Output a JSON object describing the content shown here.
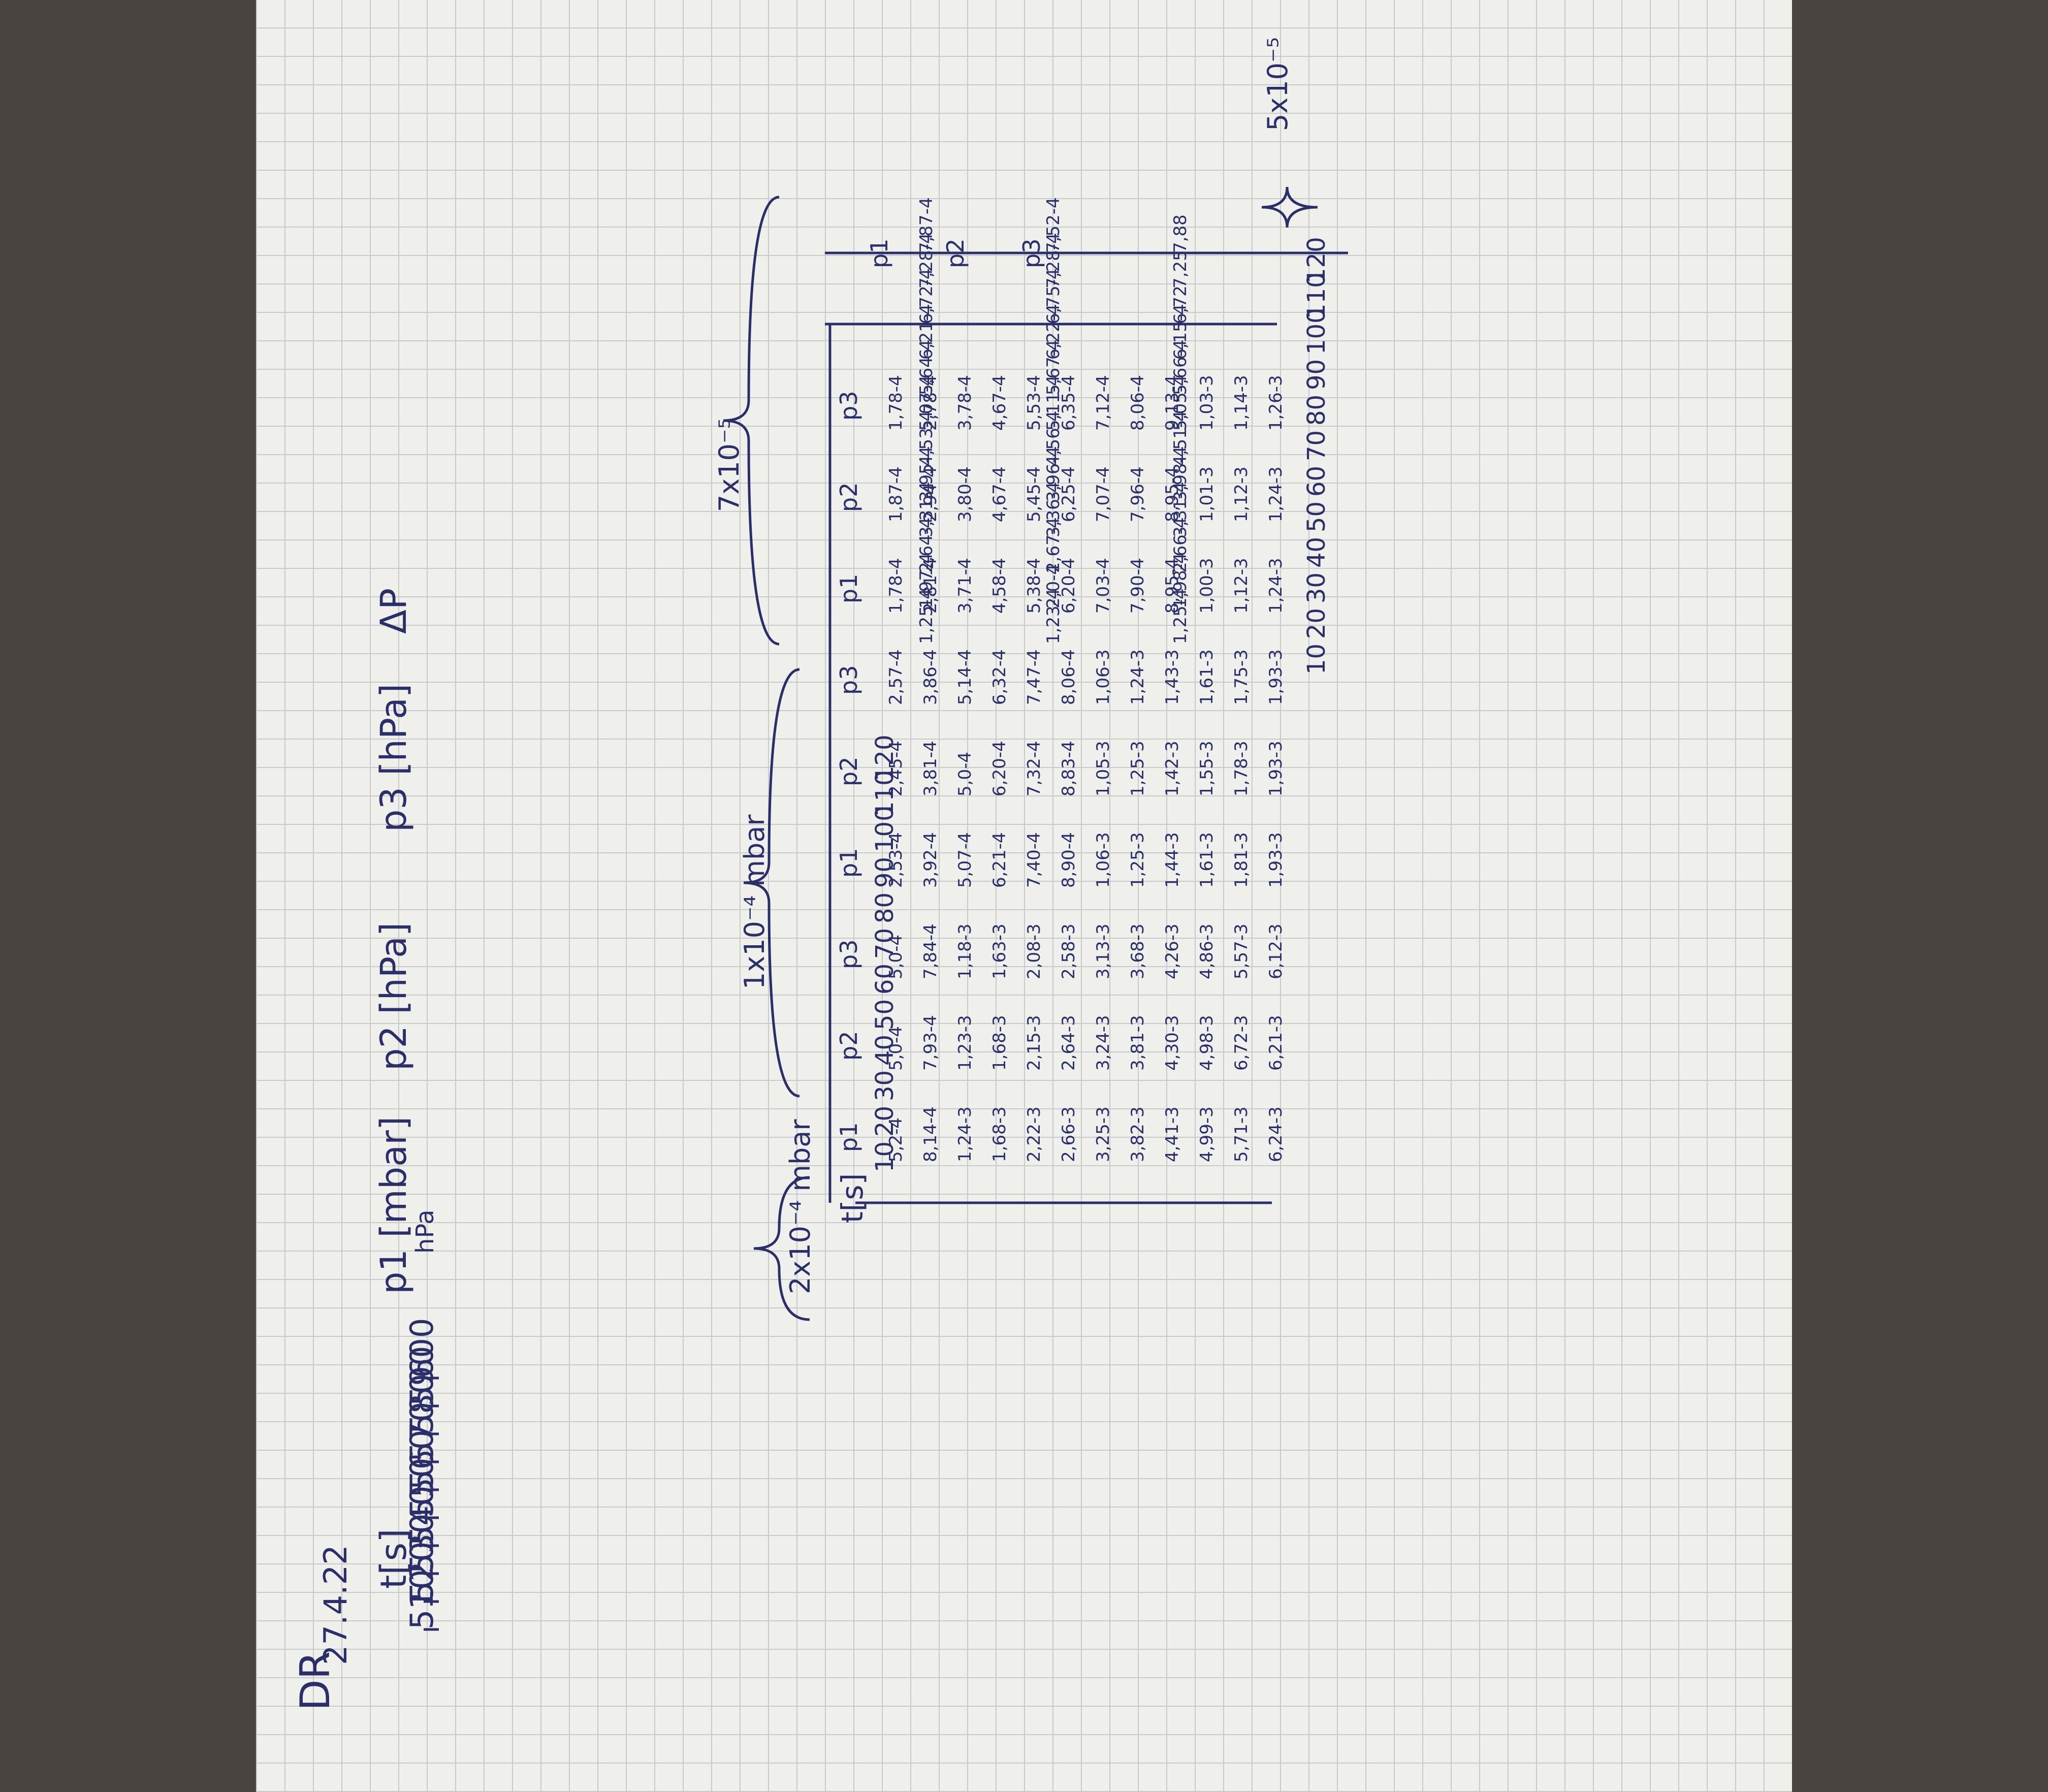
{
  "header": {
    "initials": "DR",
    "date": "27.4.22",
    "t_col": "t[s]",
    "p1_col": "p1 [mbar]",
    "p1_unit": "hPa",
    "p2_col": "p2 [hPa]",
    "p3_col": "p3 [hPa]",
    "delta_col": "ΔP"
  },
  "first_list": {
    "times": [
      "510",
      "520",
      "530",
      "540",
      "550",
      "560",
      "570",
      "580",
      "590",
      "600"
    ]
  },
  "group_labels": {
    "g1": "2x10⁻⁴ mbar",
    "g2": "1x10⁻⁴ mbar",
    "g3": "7x10⁻⁵",
    "g4": "5x10⁻⁵"
  },
  "main_table": {
    "time_header": "t[s]",
    "headers": [
      "p1",
      "p2",
      "p3",
      "p1",
      "p2",
      "p3",
      "p1",
      "p2",
      "p3"
    ],
    "times": [
      "10",
      "20",
      "30",
      "40",
      "50",
      "60",
      "70",
      "80",
      "90",
      "100",
      "110",
      "120"
    ],
    "rows": [
      [
        "5,2-4",
        "5,0-4",
        "5,0-4",
        "2,53-4",
        "2,45-4",
        "2,57-4",
        "1,78-4",
        "1,87-4",
        "1,78-4"
      ],
      [
        "8,14-4",
        "7,93-4",
        "7,84-4",
        "3,92-4",
        "3,81-4",
        "3,86-4",
        "2,81-4",
        "2,94-4",
        "2,78-4"
      ],
      [
        "1,24-3",
        "1,23-3",
        "1,18-3",
        "5,07-4",
        "5,0-4",
        "5,14-4",
        "3,71-4",
        "3,80-4",
        "3,78-4"
      ],
      [
        "1,68-3",
        "1,68-3",
        "1,63-3",
        "6,21-4",
        "6,20-4",
        "6,32-4",
        "4,58-4",
        "4,67-4",
        "4,67-4"
      ],
      [
        "2,22-3",
        "2,15-3",
        "2,08-3",
        "7,40-4",
        "7,32-4",
        "7,47-4",
        "5,38-4",
        "5,45-4",
        "5,53-4"
      ],
      [
        "2,66-3",
        "2,64-3",
        "2,58-3",
        "8,90-4",
        "8,83-4",
        "8,06-4",
        "6,20-4",
        "6,25-4",
        "6,35-4"
      ],
      [
        "3,25-3",
        "3,24-3",
        "3,13-3",
        "1,06-3",
        "1,05-3",
        "1,06-3",
        "7,03-4",
        "7,07-4",
        "7,12-4"
      ],
      [
        "3,82-3",
        "3,81-3",
        "3,68-3",
        "1,25-3",
        "1,25-3",
        "1,24-3",
        "7,90-4",
        "7,96-4",
        "8,06-4"
      ],
      [
        "4,41-3",
        "4,30-3",
        "4,26-3",
        "1,44-3",
        "1,42-3",
        "1,43-3",
        "8,95-4",
        "8,95-4",
        "9,13-4"
      ],
      [
        "4,99-3",
        "4,98-3",
        "4,86-3",
        "1,61-3",
        "1,55-3",
        "1,61-3",
        "1,00-3",
        "1,01-3",
        "1,03-3"
      ],
      [
        "5,71-3",
        "6,72-3",
        "5,57-3",
        "1,81-3",
        "1,78-3",
        "1,75-3",
        "1,12-3",
        "1,12-3",
        "1,14-3"
      ],
      [
        "6,24-3",
        "6,21-3",
        "6,12-3",
        "1,93-3",
        "1,93-3",
        "1,93-3",
        "1,24-3",
        "1,24-3",
        "1,26-3"
      ]
    ]
  },
  "second_table": {
    "headers": [
      "p1",
      "p2",
      "p3"
    ],
    "times": [
      "10",
      "20",
      "30",
      "40",
      "50",
      "60",
      "70",
      "80",
      "90",
      "100",
      "110",
      "120"
    ],
    "rows": [
      [
        "1,25-4",
        "1,23-4",
        "1,25-4"
      ],
      [
        "1,97-4",
        "2,0-4",
        "1,98-4"
      ],
      [
        "2,64-4",
        "2,67-4",
        "2,66-4"
      ],
      [
        "3,31-4",
        "3,36-4",
        "3,31-4"
      ],
      [
        "3,95-4",
        "3,96-4",
        "3,98-4"
      ],
      [
        "4,53-4",
        "4,56-4",
        "4,51-4"
      ],
      [
        "5,07-4",
        "5,11-4",
        "5,05-4"
      ],
      [
        "5,64-4",
        "5,67-4",
        "5,66-4"
      ],
      [
        "6,21-4",
        "6,22-4",
        "6,15-4"
      ],
      [
        "6,72-4",
        "6,75-4",
        "6,72"
      ],
      [
        "7,28-4",
        "7,28-4",
        "7,25"
      ],
      [
        "7,87-4",
        "7,52-4",
        "7,88"
      ]
    ]
  }
}
